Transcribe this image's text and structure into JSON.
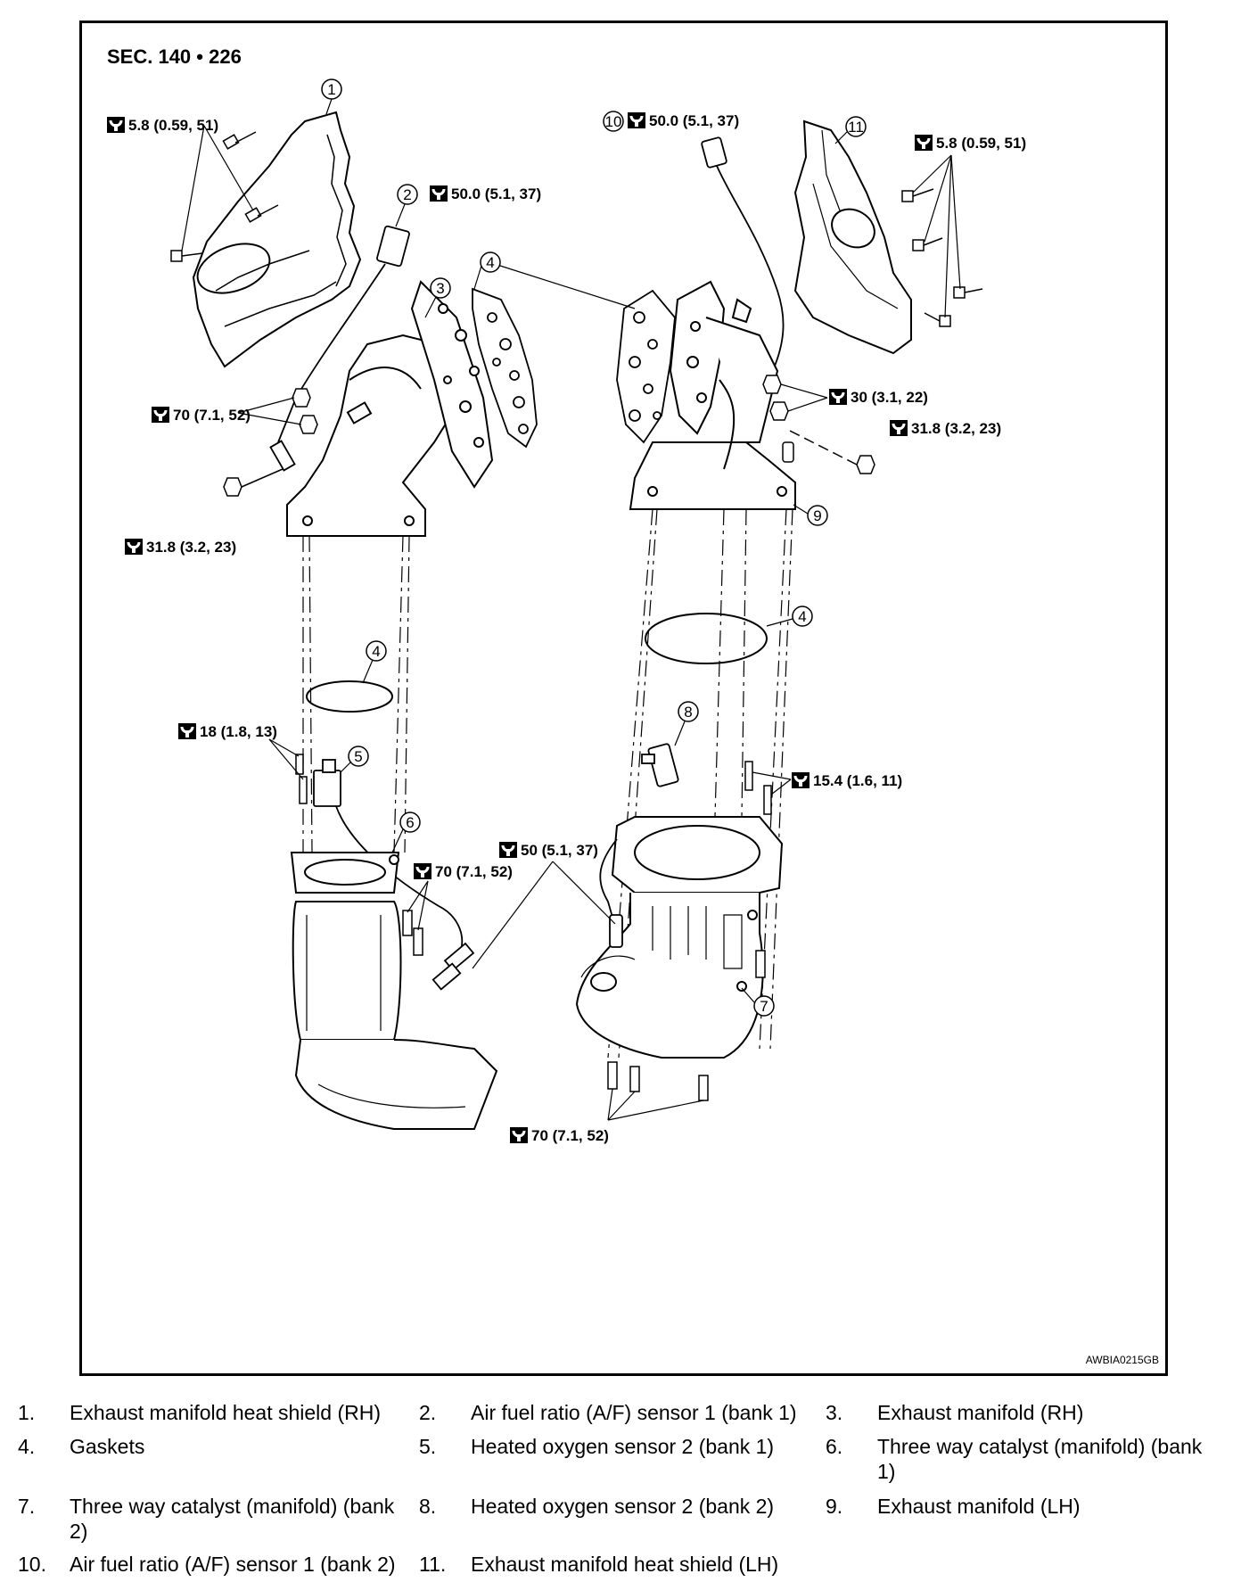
{
  "section": "SEC. 140 • 226",
  "figure_id": "AWBIA0215GB",
  "torques": {
    "t1": "5.8 (0.59, 51)",
    "t2": "50.0 (5.1, 37)",
    "t3": "70 (7.1, 52)",
    "t4": "31.8 (3.2, 23)",
    "t5": "18 (1.8, 13)",
    "t6": "70 (7.1, 52)",
    "t7": "50 (5.1, 37)",
    "t8": "70 (7.1, 52)",
    "t9": "50.0 (5.1, 37)",
    "t10": "5.8 (0.59, 51)",
    "t11": "30 (3.1, 22)",
    "t12": "31.8 (3.2, 23)",
    "t13": "15.4 (1.6, 11)"
  },
  "callouts": {
    "c1": "1",
    "c2": "2",
    "c3": "3",
    "c4a": "4",
    "c4b": "4",
    "c4c": "4",
    "c5": "5",
    "c6": "6",
    "c7": "7",
    "c8": "8",
    "c9": "9",
    "c10": "10",
    "c11": "11"
  },
  "legend": [
    {
      "num": "1.",
      "text": "Exhaust manifold heat shield (RH)"
    },
    {
      "num": "2.",
      "text": "Air fuel ratio (A/F) sensor 1 (bank 1)"
    },
    {
      "num": "3.",
      "text": "Exhaust manifold (RH)"
    },
    {
      "num": "4.",
      "text": "Gaskets"
    },
    {
      "num": "5.",
      "text": "Heated oxygen sensor 2 (bank 1)"
    },
    {
      "num": "6.",
      "text": "Three way catalyst (manifold) (bank 1)"
    },
    {
      "num": "7.",
      "text": "Three way catalyst (manifold) (bank 2)"
    },
    {
      "num": "8.",
      "text": "Heated oxygen sensor 2 (bank 2)"
    },
    {
      "num": "9.",
      "text": "Exhaust manifold (LH)"
    },
    {
      "num": "10.",
      "text": "Air fuel ratio (A/F) sensor 1 (bank 2)"
    },
    {
      "num": "11.",
      "text": "Exhaust manifold heat shield (LH)"
    }
  ]
}
